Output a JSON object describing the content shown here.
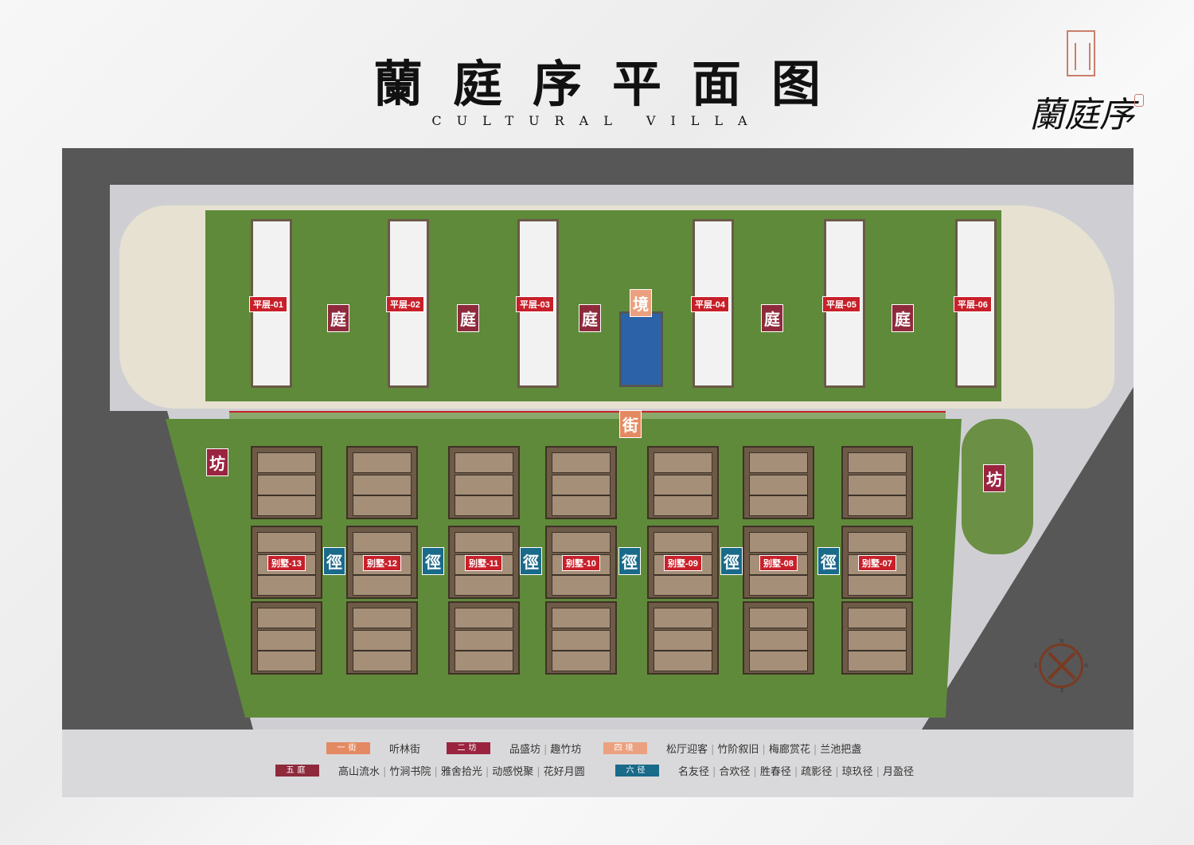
{
  "header": {
    "title": "蘭庭序平面图",
    "subtitle": "CULTURAL VILLA"
  },
  "logo": {
    "text": "蘭庭序"
  },
  "map": {
    "flats": [
      "平层-01",
      "平层-02",
      "平层-03",
      "平层-04",
      "平层-05",
      "平层-06"
    ],
    "villas": [
      "别墅-13",
      "别墅-12",
      "别墅-11",
      "别墅-10",
      "别墅-09",
      "别墅-08",
      "别墅-07"
    ],
    "courtyard_label": "庭",
    "scene_label": "境",
    "street_label": "街",
    "workshop_label": "坊",
    "path_label": "徑",
    "compass": {
      "n": "N",
      "s": "S",
      "e": "E",
      "w": "W"
    }
  },
  "legend": [
    {
      "badge": "一街",
      "color": "#e48a62",
      "items": [
        "听林街"
      ]
    },
    {
      "badge": "二坊",
      "color": "#9a2440",
      "items": [
        "品盛坊",
        "趣竹坊"
      ]
    },
    {
      "badge": "四境",
      "color": "#eba17f",
      "items": [
        "松厅迎客",
        "竹阶叙旧",
        "梅廊赏花",
        "兰池把盏"
      ]
    },
    {
      "badge": "五庭",
      "color": "#8e2a3c",
      "items": [
        "高山流水",
        "竹涧书院",
        "雅舍拾光",
        "动感悦聚",
        "花好月圆"
      ]
    },
    {
      "badge": "六径",
      "color": "#1a6a8a",
      "items": [
        "名友径",
        "合欢径",
        "胜春径",
        "疏影径",
        "琼玖径",
        "月盈径"
      ]
    }
  ]
}
